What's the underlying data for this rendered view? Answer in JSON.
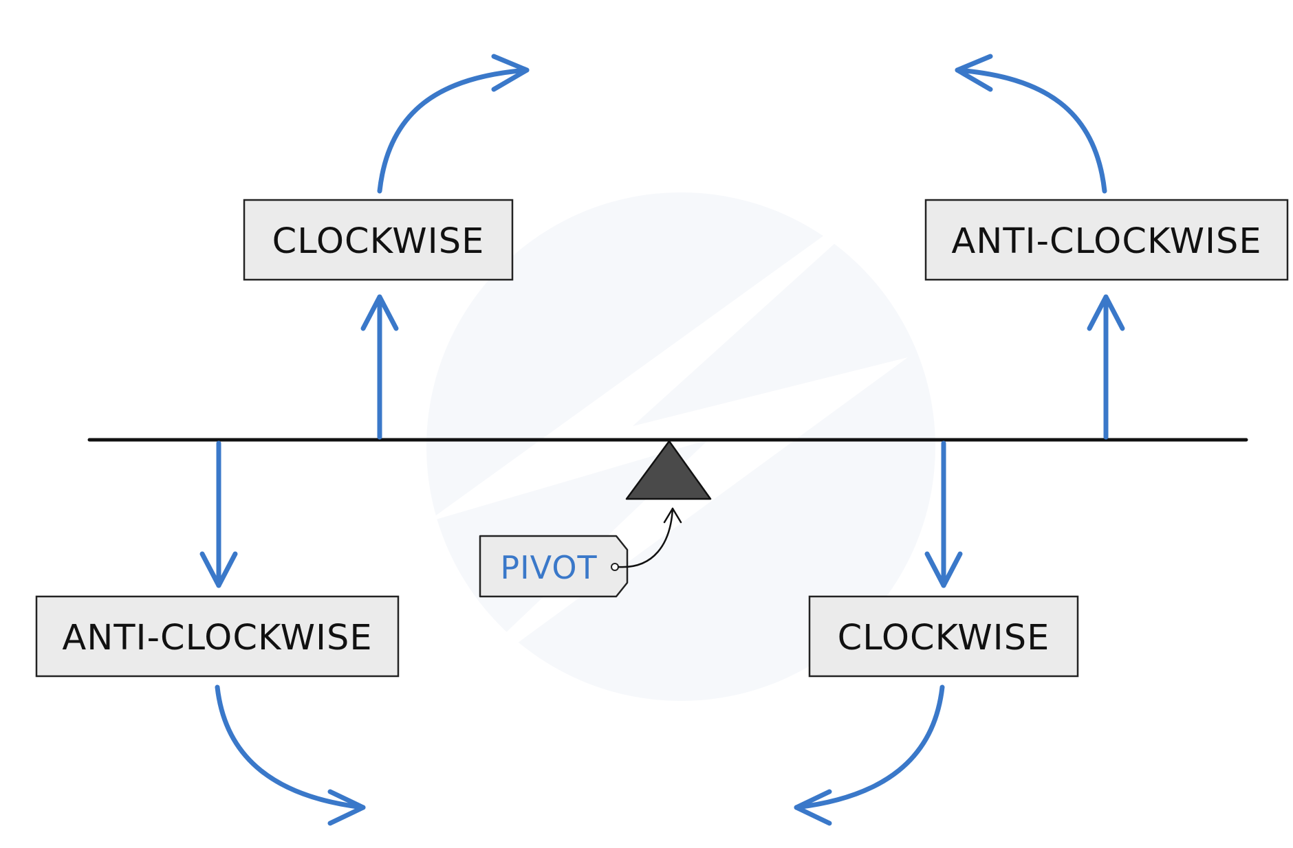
{
  "colors": {
    "arrow": "#3a78c9",
    "beam": "#111111",
    "pivot_fill": "#4a4a4a",
    "label_background": "#ebebeb",
    "pivot_label_text": "#3a78c9"
  },
  "labels": {
    "top_left": "CLOCKWISE",
    "top_right": "ANTI-CLOCKWISE",
    "bottom_left": "ANTI-CLOCKWISE",
    "bottom_right": "CLOCKWISE"
  },
  "pivot": {
    "label": "PIVOT"
  }
}
